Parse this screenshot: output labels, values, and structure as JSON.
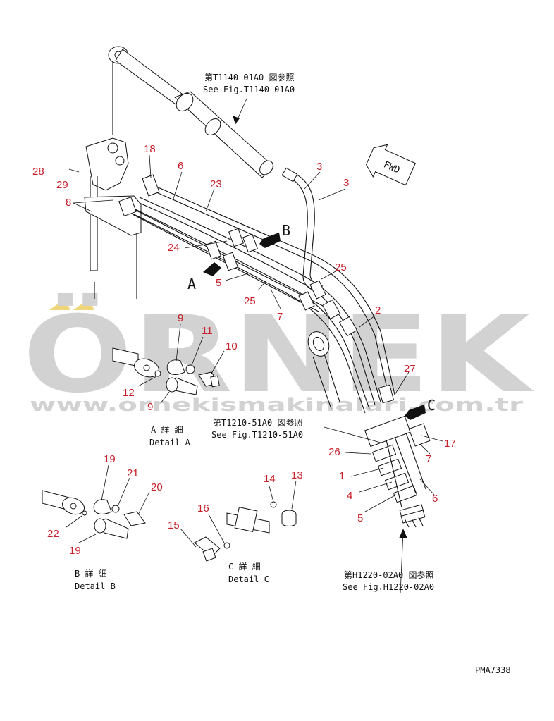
{
  "watermark": {
    "brand": "ÖRNEK",
    "url": "www.ornekismakinalari.com.tr",
    "color": "#d2d2d2",
    "accent": "#f0d67a"
  },
  "refs": {
    "t1140_jp": "第T1140-01A0 図参照",
    "t1140_en": "See Fig.T1140-01A0",
    "t1210_jp": "第T1210-51A0 図参照",
    "t1210_en": "See Fig.T1210-51A0",
    "h1220_jp": "第H1220-02A0 図参照",
    "h1220_en": "See Fig.H1220-02A0"
  },
  "details": {
    "a_jp": "A 詳 細",
    "a_en": "Detail A",
    "b_jp": "B 詳 細",
    "b_en": "Detail B",
    "c_jp": "C 詳 細",
    "c_en": "Detail C"
  },
  "view_marks": {
    "a": "A",
    "b": "B",
    "c": "C"
  },
  "fwd": "FWD",
  "drawing_no": "PMA7338",
  "label_color": "#c8202a",
  "part_labels": [
    "28",
    "29",
    "8",
    "18",
    "6",
    "23",
    "3",
    "3",
    "24",
    "5",
    "25",
    "25",
    "7",
    "2",
    "27",
    "17",
    "7",
    "26",
    "1",
    "4",
    "5",
    "6",
    "9",
    "11",
    "10",
    "12",
    "9",
    "19",
    "21",
    "20",
    "22",
    "19",
    "16",
    "14",
    "13",
    "15"
  ]
}
